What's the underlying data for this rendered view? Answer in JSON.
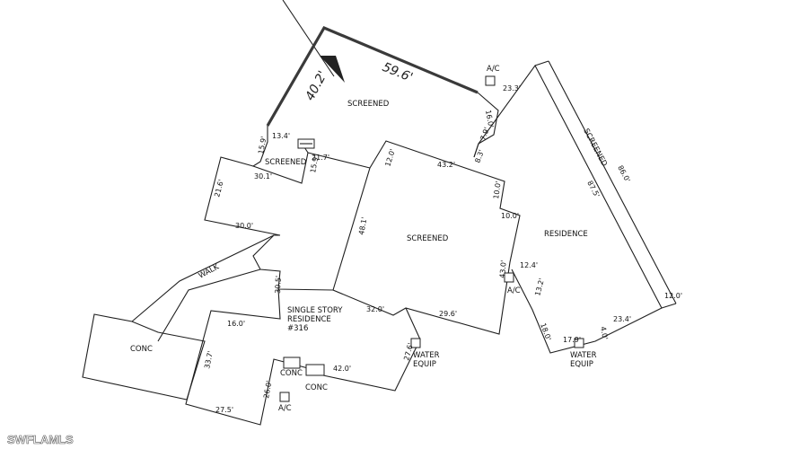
{
  "labels": {
    "screened_top": "SCREENED",
    "screened_small": "SCREENED",
    "screened_center": "SCREENED",
    "screened_right": "SCREENED",
    "residence_right": "RESIDENCE",
    "single_story_1": "SINGLE STORY",
    "single_story_2": "RESIDENCE",
    "single_story_3": "#316",
    "walk": "WALK",
    "conc_left": "CONC",
    "conc_small_1": "CONC",
    "conc_small_2": "CONC",
    "ac_top": "A/C",
    "ac_mid": "A/C",
    "ac_bottom": "A/C",
    "water_equip_left_1": "WATER",
    "water_equip_left_2": "EQUIP",
    "water_equip_right_1": "WATER",
    "water_equip_right_2": "EQUIP"
  },
  "dimensions": {
    "top_edge": "59.6'",
    "left_top_edge": "40.2'",
    "d_23_3": "23.3'",
    "d_16_0": "16.0'",
    "d_7_9": "7.9'",
    "d_8_3": "8.3'",
    "d_13_4": "13.4'",
    "d_15_9a": "15.9'",
    "d_15_9b": "15.9'",
    "d_30_1": "30.1'",
    "d_21_7": "21.7'",
    "d_12_0a": "12.0'",
    "d_43_2": "43.2'",
    "d_10_0a": "10.0'",
    "d_10_0b": "10.0'",
    "d_21_6": "21.6'",
    "d_30_0": "30.0'",
    "d_48_1": "48.1'",
    "d_30_5": "30.5'",
    "d_16_0b": "16.0'",
    "d_32_0": "32.0'",
    "d_29_6": "29.6'",
    "d_43_0": "43.0'",
    "d_12_4": "12.4'",
    "d_13_2": "13.2'",
    "d_18_0": "18.0'",
    "d_17_9": "17.9'",
    "d_4_0": "4.0'",
    "d_23_4": "23.4'",
    "d_12_0b": "12.0'",
    "d_87_5": "87.5'",
    "d_86_0": "86.0'",
    "d_33_7": "33.7'",
    "d_27_6": "27.6'",
    "d_42_0": "42.0'",
    "d_26_0": "26.0'",
    "d_27_5": "27.5'"
  },
  "watermark": "SWFLAMLS"
}
